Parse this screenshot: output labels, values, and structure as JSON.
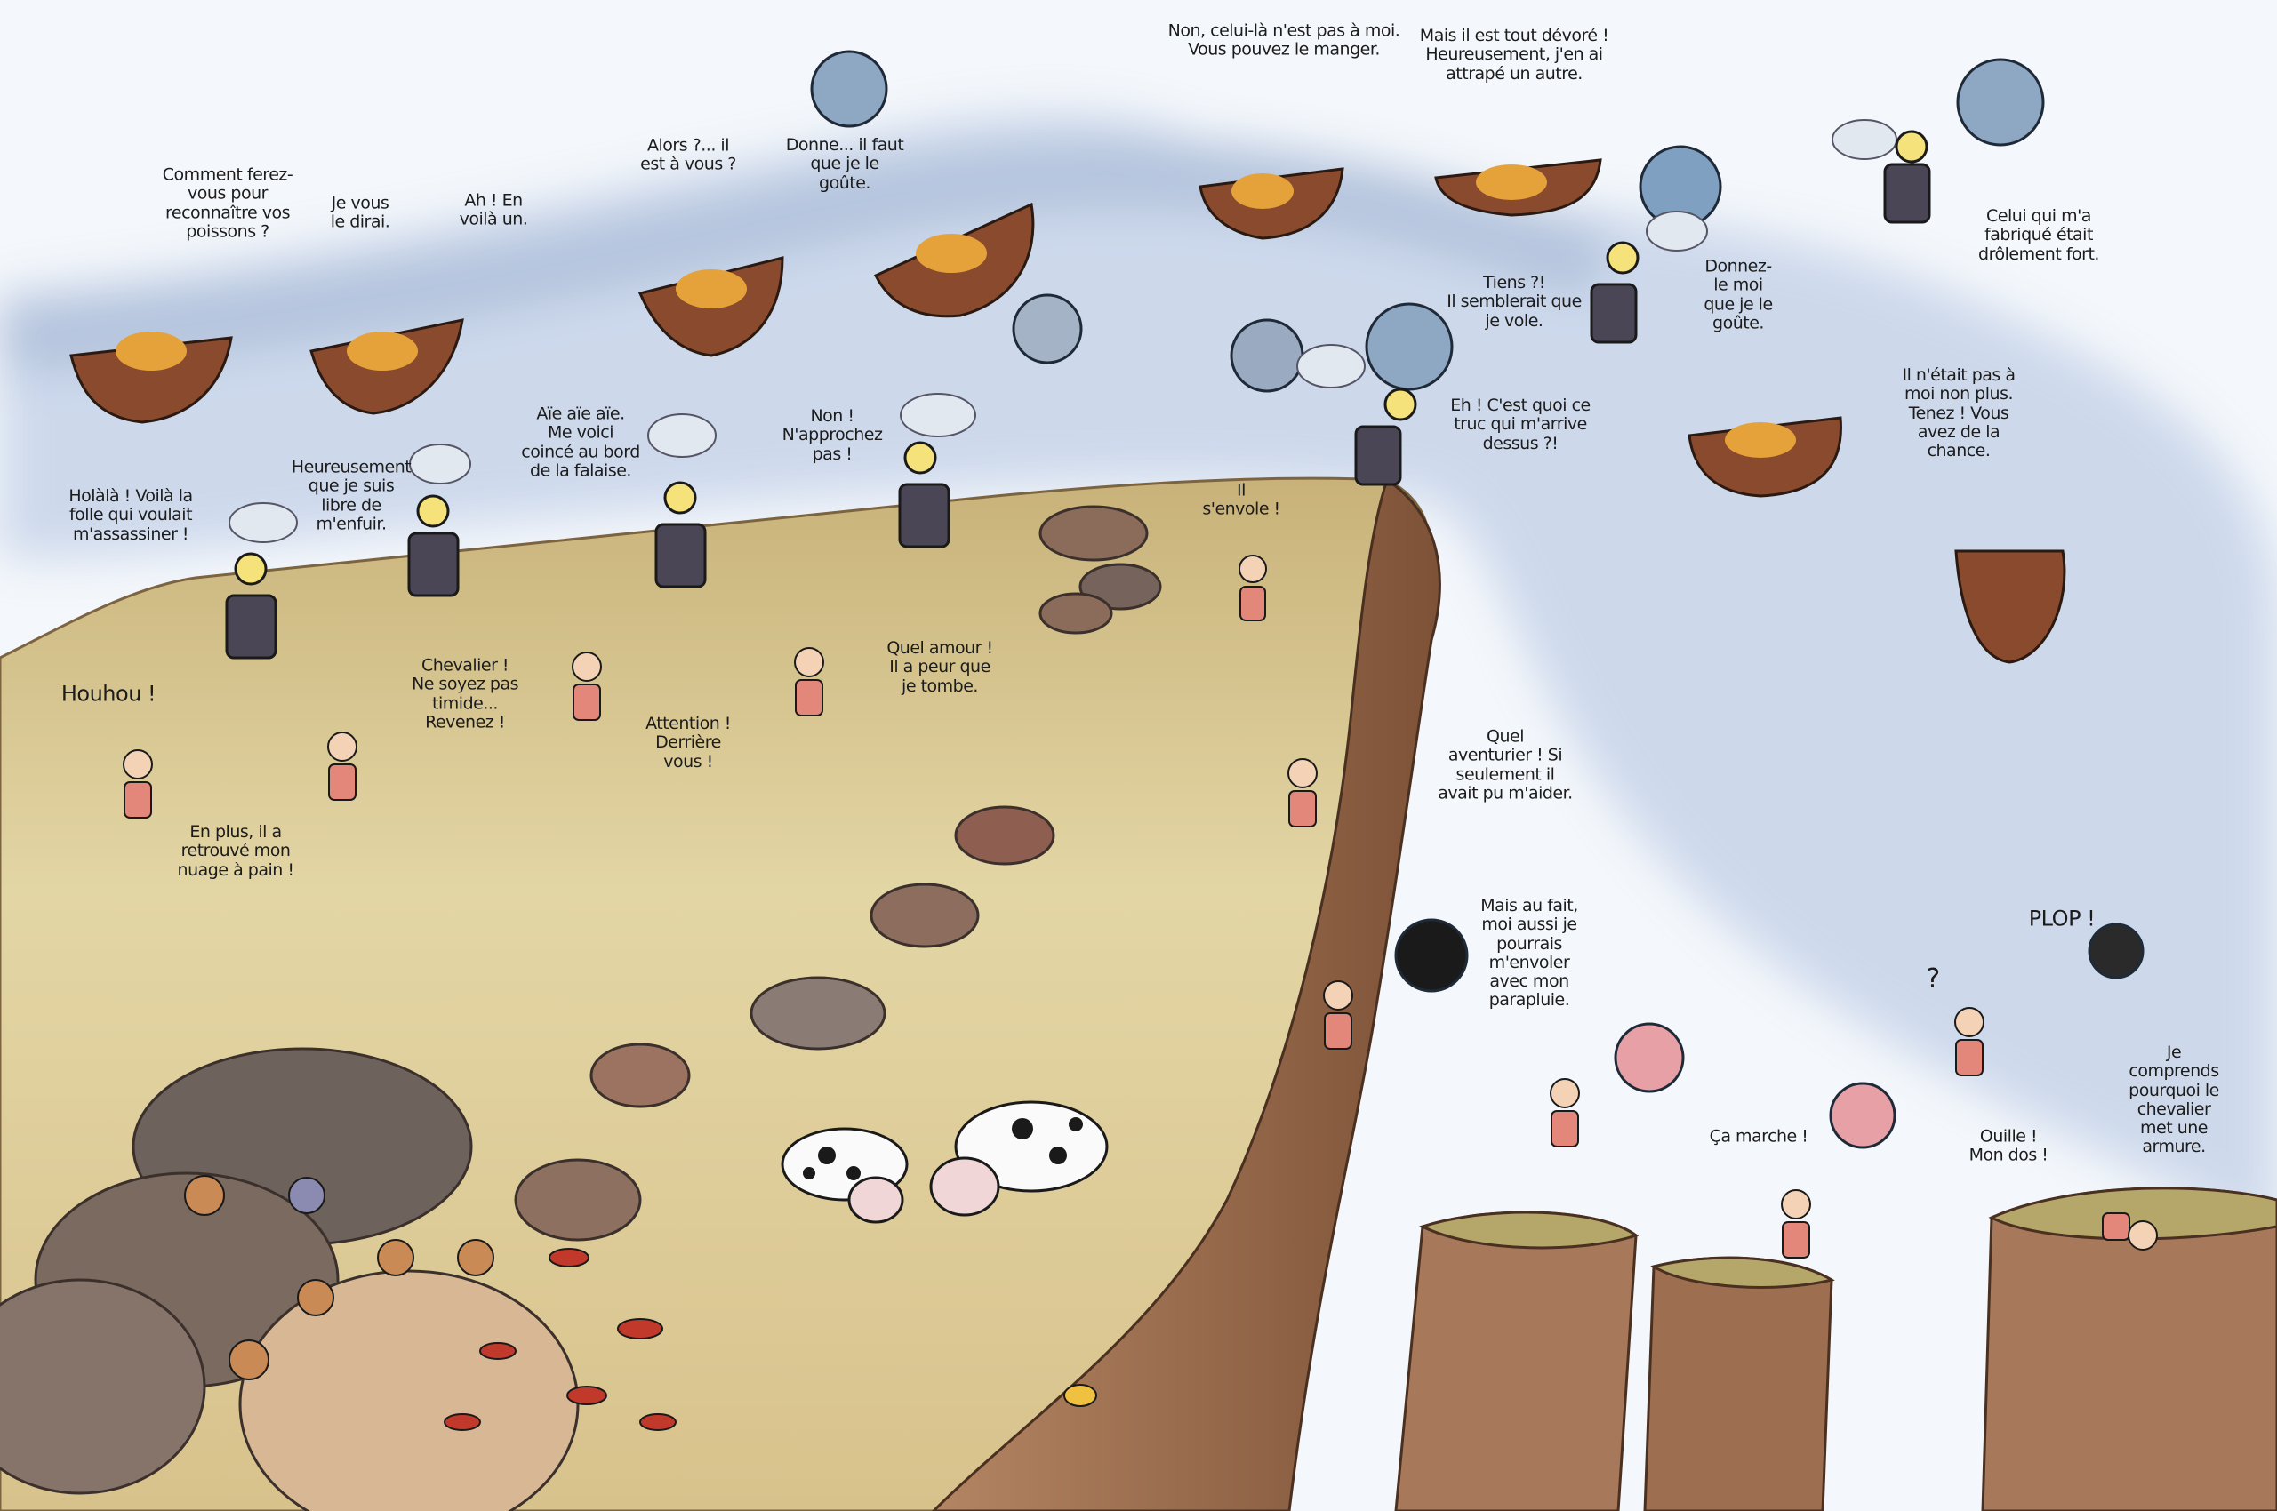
{
  "palette": {
    "sky": "#f4f7fb",
    "river": "#c9d6ea",
    "plateau": "#dccb94",
    "cliff": "#9b6b4c",
    "rock": "#7d6e66",
    "boat": "#8a4a2e"
  },
  "dialogues": [
    {
      "id": "comment-ferez",
      "text": "Comment ferez-\nvous pour\nreconnaître vos\npoissons ?"
    },
    {
      "id": "je-vous-le-dirai",
      "text": "Je vous\nle dirai."
    },
    {
      "id": "ah-en-voila-un",
      "text": "Ah ! En\nvoilà un."
    },
    {
      "id": "alors-il-est-a-vous",
      "text": "Alors ?... il\nest à vous ?"
    },
    {
      "id": "donne-il-faut",
      "text": "Donne... il faut\nque je le\ngoûte."
    },
    {
      "id": "non-celui-la",
      "text": "Non, celui-là n'est pas à moi.\nVous pouvez le manger."
    },
    {
      "id": "mais-il-est-tout-devore",
      "text": "Mais il est tout dévoré !\nHeureusement, j'en ai\nattrapé un autre."
    },
    {
      "id": "celui-qui-ma-fabrique",
      "text": "Celui qui m'a\nfabriqué était\ndrôlement fort."
    },
    {
      "id": "tiens-je-vole",
      "text": "Tiens ?!\nIl semblerait que\nje vole."
    },
    {
      "id": "donnez-le-moi",
      "text": "Donnez-\nle moi\nque je le\ngoûte."
    },
    {
      "id": "eh-cest-quoi",
      "text": "Eh ! C'est quoi ce\ntruc qui m'arrive\ndessus ?!"
    },
    {
      "id": "il-netait-pas-a-moi",
      "text": "Il n'était pas à\nmoi non plus.\nTenez ! Vous\navez de la\nchance."
    },
    {
      "id": "holala",
      "text": "Holàlà ! Voilà la\nfolle qui voulait\nm'assassiner !"
    },
    {
      "id": "heureusement-libre",
      "text": "Heureusement\nque je suis\nlibre de\nm'enfuir."
    },
    {
      "id": "aie-aie-aie",
      "text": "Aïe aïe aïe.\nMe voici\ncoincé au bord\nde la falaise."
    },
    {
      "id": "non-napprochez",
      "text": "Non !\nN'approchez\npas !"
    },
    {
      "id": "il-senvole",
      "text": "Il\ns'envole !"
    },
    {
      "id": "houhou",
      "text": "Houhou !"
    },
    {
      "id": "chevalier",
      "text": "Chevalier !\nNe soyez pas\ntimide...\nRevenez !"
    },
    {
      "id": "attention",
      "text": "Attention !\nDerrière\nvous !"
    },
    {
      "id": "quel-amour",
      "text": "Quel amour !\nIl a peur que\nje tombe."
    },
    {
      "id": "en-plus",
      "text": "En plus, il a\nretrouvé mon\nnuage à pain !"
    },
    {
      "id": "quel-aventurier",
      "text": "Quel\naventurier ! Si\nseulement il\navait pu m'aider."
    },
    {
      "id": "mais-au-fait",
      "text": "Mais au fait,\nmoi aussi je\npourrais\nm'envoler\navec mon\nparapluie."
    },
    {
      "id": "plop",
      "text": "PLOP !"
    },
    {
      "id": "question",
      "text": "?"
    },
    {
      "id": "ca-marche",
      "text": "Ça marche !"
    },
    {
      "id": "ouille",
      "text": "Ouille !\nMon dos !"
    },
    {
      "id": "je-comprends",
      "text": "Je\ncomprends\npourquoi le\nchevalier\nmet une\narmure."
    }
  ]
}
